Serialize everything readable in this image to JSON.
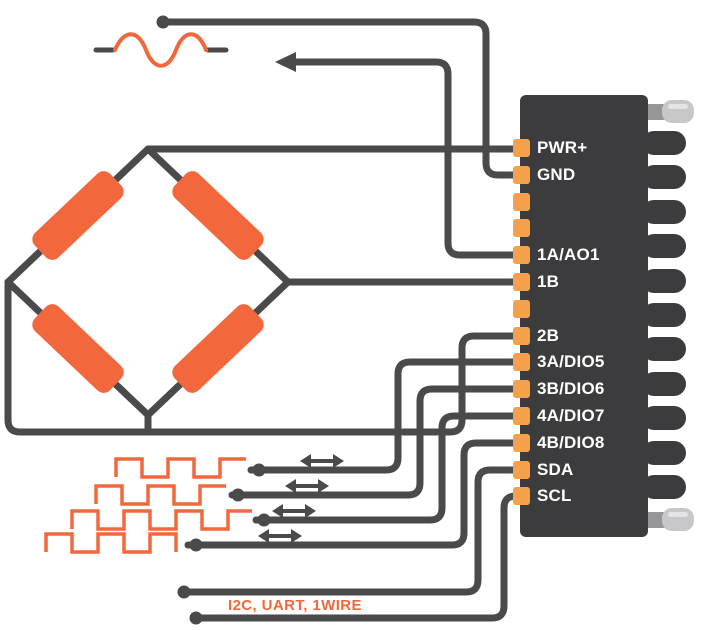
{
  "diagram": {
    "description": "Sensor wiring diagram: Wheatstone bridge, sine-wave source and four square-wave signals wired into a spring-terminal connector",
    "colors": {
      "wire": "#4a4a4d",
      "signal_orange": "#f2683c",
      "pad_orange": "#f5a04b",
      "connector_body": "#3c3c3e",
      "label_text": "#ffffff"
    },
    "connector": {
      "pins": [
        {
          "label": "PWR+"
        },
        {
          "label": "GND"
        },
        {
          "label": ""
        },
        {
          "label": ""
        },
        {
          "label": "1A/AO1"
        },
        {
          "label": "1B"
        },
        {
          "label": ""
        },
        {
          "label": "2B"
        },
        {
          "label": "3A/DIO5"
        },
        {
          "label": "3B/DIO6"
        },
        {
          "label": "4A/DIO7"
        },
        {
          "label": "4B/DIO8"
        },
        {
          "label": "SDA"
        },
        {
          "label": "SCL"
        }
      ]
    },
    "bus_label": "I2C, UART, 1WIRE",
    "symbols": {
      "sine_source": "sine-wave-source",
      "bridge": "wheatstone-bridge",
      "square_wave_count": 4,
      "bidirectional_arrow_count": 4
    }
  }
}
